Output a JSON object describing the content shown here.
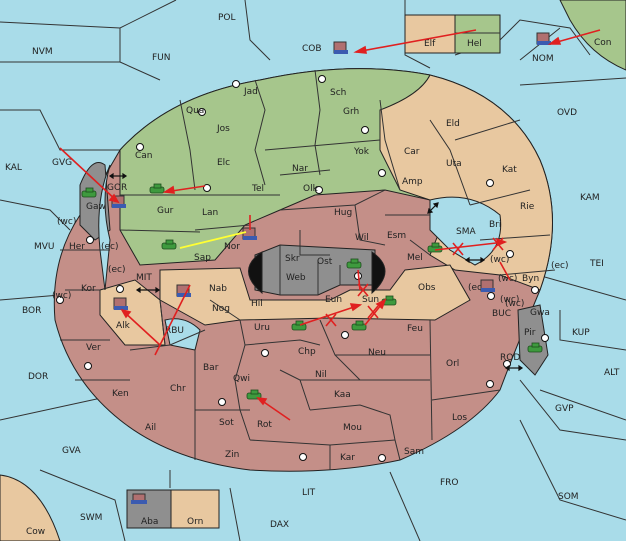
{
  "colors": {
    "sea": "#a9dce9",
    "green": "#a6c68c",
    "tan": "#e8c8a0",
    "rose": "#c48f88",
    "gray": "#8f8f8f",
    "black": "#111111",
    "move": "#e02020",
    "support": "#ffff33",
    "army": "#3e9a3e"
  },
  "seas": [
    "POL",
    "NVM",
    "FUN",
    "COB",
    "NOM",
    "Con",
    "OVD",
    "KAL",
    "GVG",
    "KAM",
    "MVU",
    "TEI",
    "BOR",
    "KUP",
    "ALT",
    "DOR",
    "GVP",
    "GVA",
    "FRO",
    "LIT",
    "SOM",
    "SWM",
    "DAX",
    "Cow"
  ],
  "provinces": [
    "Elf",
    "Hel",
    "Jad",
    "Sch",
    "Qua",
    "Jos",
    "Grh",
    "Eld",
    "Can",
    "Elc",
    "Yok",
    "Car",
    "Uta",
    "Kat",
    "Nar",
    "Amp",
    "Tel",
    "Olk",
    "Gur",
    "Lan",
    "Gaw",
    "Hug",
    "Bri",
    "Rie",
    "Wil",
    "Esm",
    "Nor",
    "Sap",
    "Skr",
    "Ost",
    "Mel",
    "Web",
    "Byn",
    "Her",
    "Kor",
    "Nab",
    "Eun",
    "Sun",
    "Obs",
    "Hil",
    "Gwa",
    "Alk",
    "Nog",
    "Uru",
    "Feu",
    "Pir",
    "Ver",
    "Chp",
    "Neu",
    "Orl",
    "Bar",
    "Qwi",
    "Nil",
    "Ken",
    "Chr",
    "Kaa",
    "Ail",
    "Sot",
    "Rot",
    "Mou",
    "Los",
    "Sam",
    "Zin",
    "Kar",
    "Aba",
    "Orn"
  ],
  "coasts": [
    "(wc)",
    "(ec)",
    "(wc)",
    "(ec)",
    "(ec)",
    "(wc)",
    "(wc)",
    "(ec)",
    "(wc)",
    "(wc)"
  ],
  "straits": [
    "GOR",
    "SMA",
    "MIT",
    "RBU",
    "BUC",
    "ROD"
  ]
}
